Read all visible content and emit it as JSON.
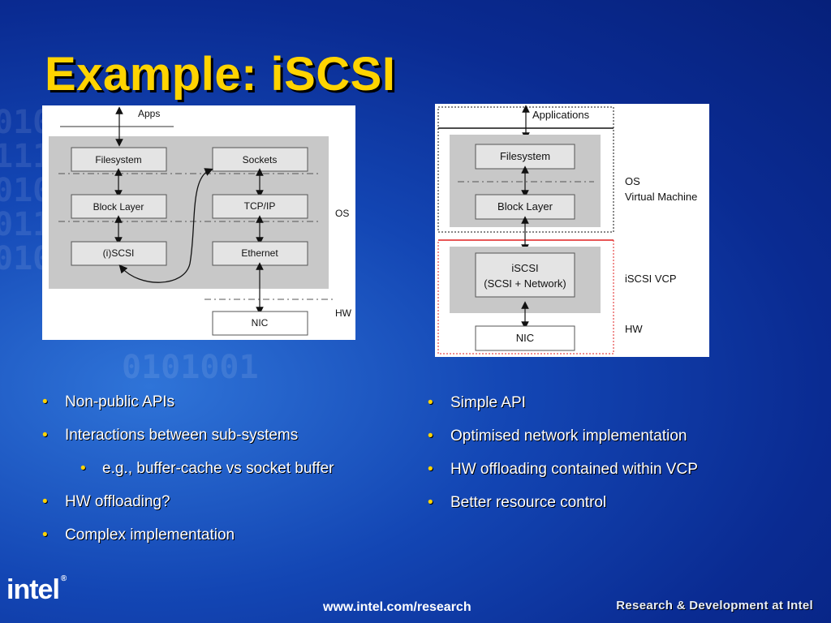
{
  "slide": {
    "title": "Example: iSCSI"
  },
  "left_diagram": {
    "apps": "Apps",
    "filesystem": "Filesystem",
    "block_layer": "Block Layer",
    "iscsi": "(i)SCSI",
    "sockets": "Sockets",
    "tcpip": "TCP/IP",
    "ethernet": "Ethernet",
    "nic": "NIC",
    "os": "OS",
    "hw": "HW"
  },
  "right_diagram": {
    "applications": "Applications",
    "filesystem": "Filesystem",
    "block_layer": "Block Layer",
    "iscsi_line1": "iSCSI",
    "iscsi_line2": "(SCSI + Network)",
    "nic": "NIC",
    "os_line1": "OS",
    "os_line2": "Virtual Machine",
    "vcp": "iSCSI VCP",
    "hw": "HW"
  },
  "left_bullets": {
    "b1": "Non-public APIs",
    "b2": "Interactions between sub-systems",
    "b3": "e.g., buffer-cache vs socket buffer",
    "b4": "HW offloading?",
    "b5": "Complex implementation"
  },
  "right_bullets": {
    "b1": "Simple API",
    "b2": "Optimised network implementation",
    "b3": "HW offloading contained within VCP",
    "b4": "Better resource control"
  },
  "footer": {
    "url": "www.intel.com/research",
    "tagline": "Research & Development at Intel",
    "logo": "intel",
    "registered": "®"
  },
  "colors": {
    "title": "#ffd400",
    "background": "#1346b4",
    "vcp_border": "#e02020"
  }
}
